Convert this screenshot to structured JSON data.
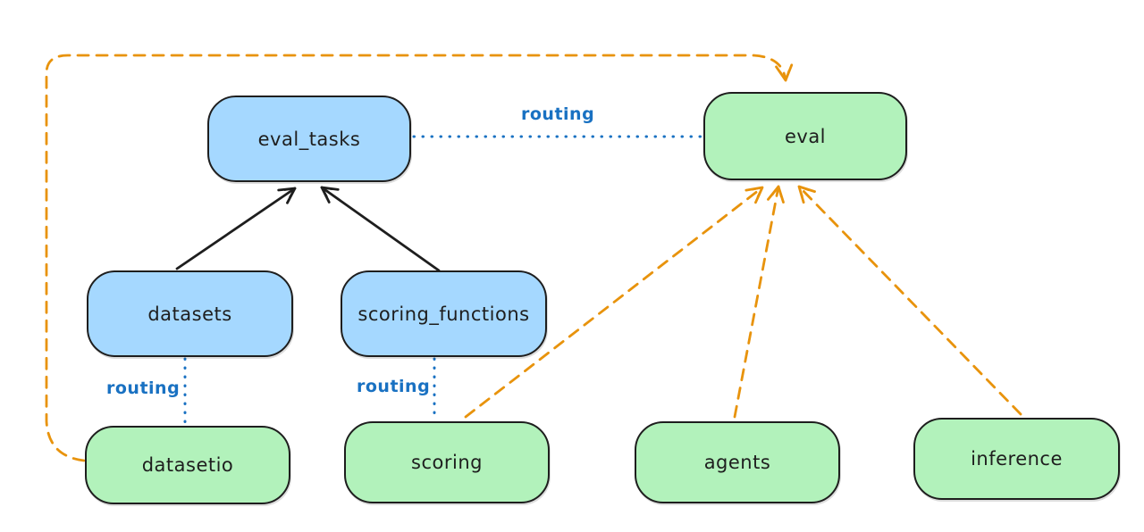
{
  "colors": {
    "node_blue_fill": "#a5d8ff",
    "node_green_fill": "#b2f2bb",
    "node_stroke": "#1e1e1e",
    "black_arrow": "#1e1e1e",
    "routing_blue": "#1971c2",
    "orange_dashed": "#e8930c",
    "background": "#ffffff"
  },
  "nodes": [
    {
      "id": "eval_tasks",
      "label": "eval_tasks",
      "color": "blue"
    },
    {
      "id": "eval",
      "label": "eval",
      "color": "green"
    },
    {
      "id": "datasets",
      "label": "datasets",
      "color": "blue"
    },
    {
      "id": "scoring_functions",
      "label": "scoring_functions",
      "color": "blue"
    },
    {
      "id": "datasetio",
      "label": "datasetio",
      "color": "green"
    },
    {
      "id": "scoring",
      "label": "scoring",
      "color": "green"
    },
    {
      "id": "agents",
      "label": "agents",
      "color": "green"
    },
    {
      "id": "inference",
      "label": "inference",
      "color": "green"
    }
  ],
  "edges": [
    {
      "from": "datasets",
      "to": "eval_tasks",
      "style": "solid-black-arrow"
    },
    {
      "from": "scoring_functions",
      "to": "eval_tasks",
      "style": "solid-black-arrow"
    },
    {
      "from": "eval_tasks",
      "to": "eval",
      "style": "dotted-blue",
      "label": "routing"
    },
    {
      "from": "datasets",
      "to": "datasetio",
      "style": "dotted-blue",
      "label": "routing"
    },
    {
      "from": "scoring_functions",
      "to": "scoring",
      "style": "dotted-blue",
      "label": "routing"
    },
    {
      "from": "datasetio",
      "to": "eval",
      "style": "dashed-orange-arrow"
    },
    {
      "from": "scoring",
      "to": "eval",
      "style": "dashed-orange-arrow"
    },
    {
      "from": "agents",
      "to": "eval",
      "style": "dashed-orange-arrow"
    },
    {
      "from": "inference",
      "to": "eval",
      "style": "dashed-orange-arrow"
    }
  ]
}
